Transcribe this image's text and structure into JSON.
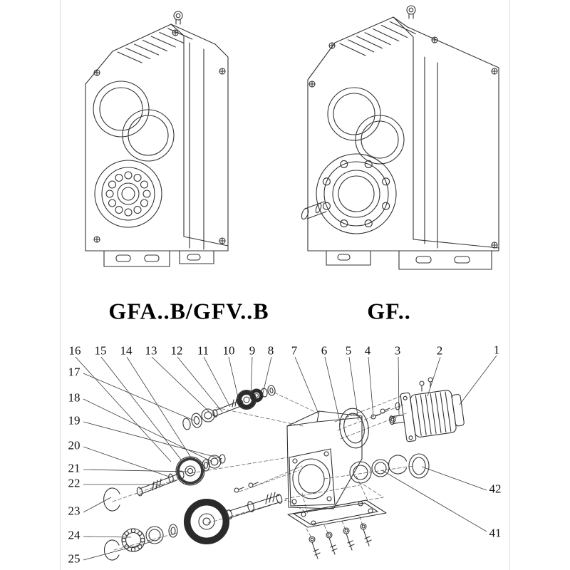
{
  "page": {
    "background": "#ffffff",
    "line_color": "#333333",
    "edge_line_color": "#d9d9d9"
  },
  "models": {
    "left_label": "GFA..B/GFV..B",
    "right_label": "GF.."
  },
  "callouts": {
    "top": [
      "16",
      "15",
      "14",
      "13",
      "12",
      "11",
      "10",
      "9",
      "8",
      "7",
      "6",
      "5",
      "4",
      "3",
      "2",
      "1"
    ],
    "left": [
      "17",
      "18",
      "19",
      "20",
      "21",
      "22",
      "23",
      "24",
      "25"
    ],
    "right": [
      "42",
      "41"
    ]
  }
}
